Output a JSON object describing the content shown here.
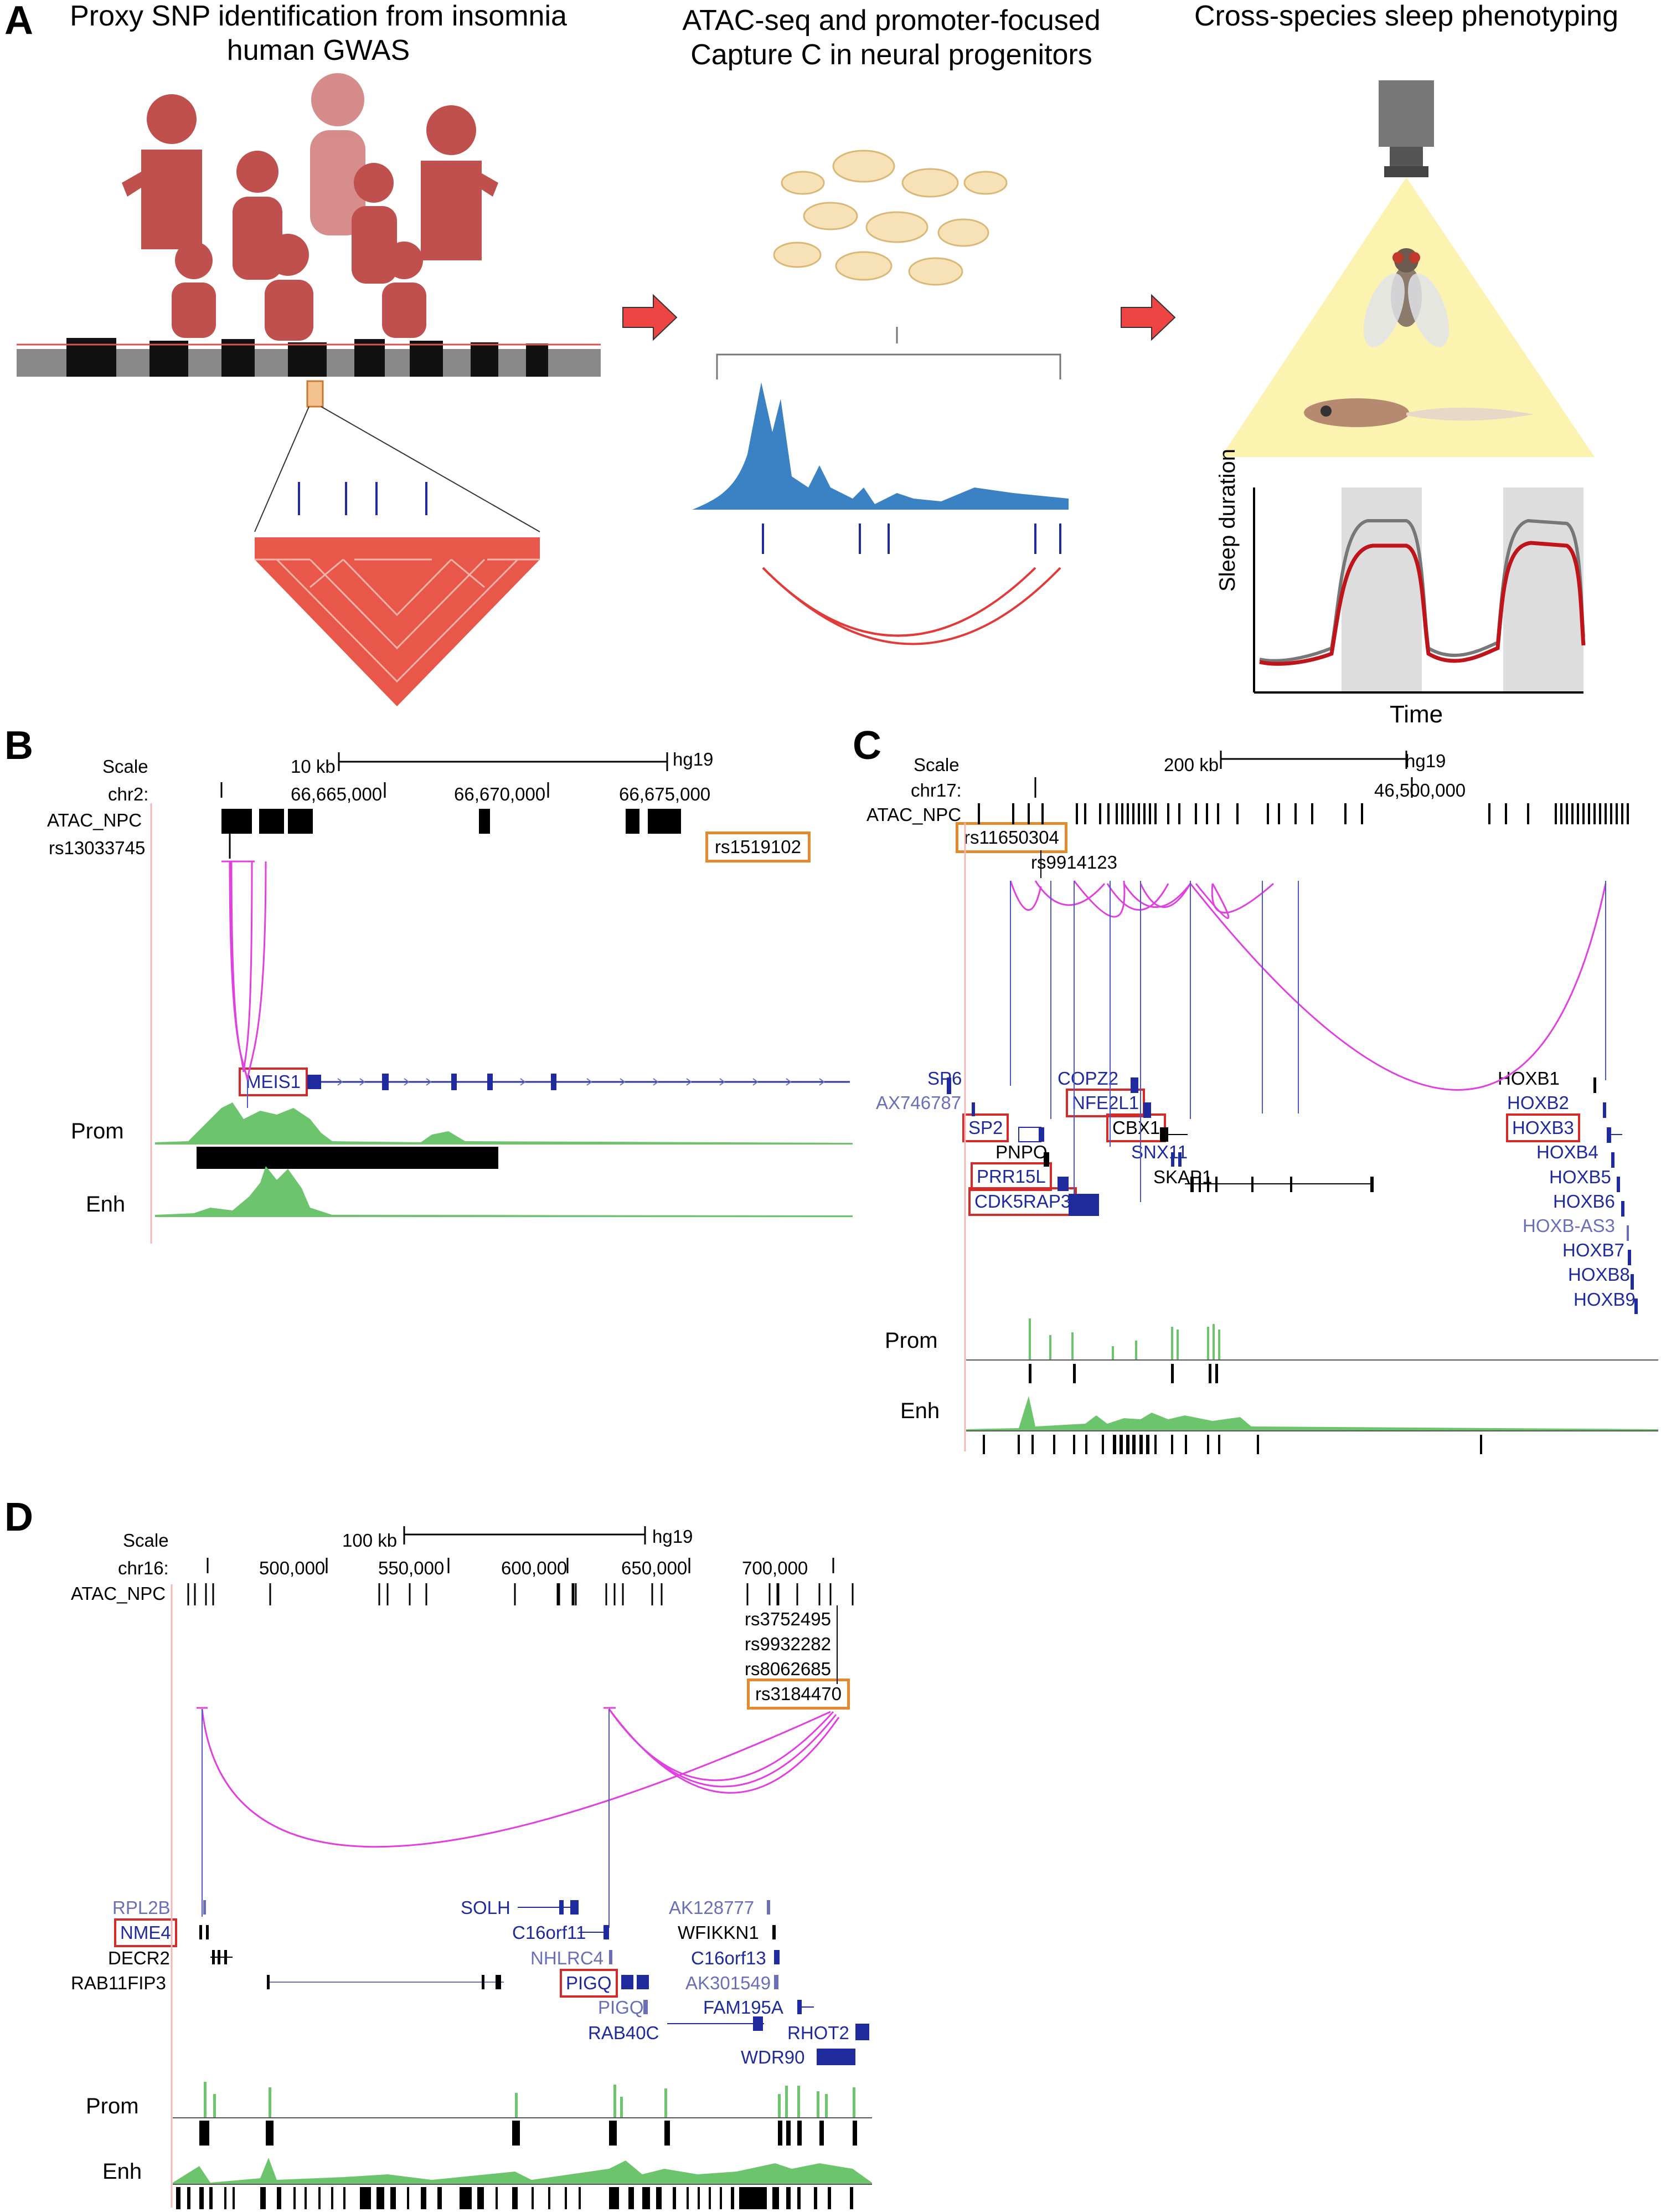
{
  "panels": {
    "A": {
      "label": "A",
      "title1": "Proxy SNP identification from insomnia human GWAS",
      "title2": "ATAC-seq and promoter-focused Capture C in neural progenitors",
      "title3": "Cross-species sleep phenotyping",
      "ylabel": "Sleep duration",
      "xlabel": "Time"
    },
    "B": {
      "label": "B",
      "scale": "Scale",
      "scale_len": "10 kb",
      "assembly": "hg19",
      "chrom": "chr2:",
      "ticks": [
        "66,665,000",
        "66,670,000",
        "66,675,000"
      ],
      "atac": "ATAC_NPC",
      "snp1": "rs13033745",
      "snp2": "rs1519102",
      "gene": "MEIS1",
      "prom": "Prom",
      "enh": "Enh"
    },
    "C": {
      "label": "C",
      "scale": "Scale",
      "scale_len": "200 kb",
      "assembly": "hg19",
      "chrom": "chr17:",
      "tick": "46,500,000",
      "atac": "ATAC_NPC",
      "snp1": "rs11650304",
      "snp2": "rs9914123",
      "genes": [
        "SP6",
        "AX746787",
        "SP2",
        "PNPO",
        "PRR15L",
        "CDK5RAP3",
        "COPZ2",
        "NFE2L1",
        "CBX1",
        "SNX11",
        "SKAP1",
        "HOXB1",
        "HOXB2",
        "HOXB3",
        "HOXB4",
        "HOXB5",
        "HOXB6",
        "HOXB-AS3",
        "HOXB7",
        "HOXB8",
        "HOXB9"
      ],
      "prom": "Prom",
      "enh": "Enh"
    },
    "D": {
      "label": "D",
      "scale": "Scale",
      "scale_len": "100 kb",
      "assembly": "hg19",
      "chrom": "chr16:",
      "ticks": [
        "500,000",
        "550,000",
        "600,000",
        "650,000",
        "700,000"
      ],
      "atac": "ATAC_NPC",
      "snps": [
        "rs3752495",
        "rs9932282",
        "rs8062685",
        "rs3184470"
      ],
      "genes": [
        "RPL2B",
        "NME4",
        "DECR2",
        "RAB11FIP3",
        "SOLH",
        "C16orf11",
        "NHLRC4",
        "PIGQ",
        "PIGQ",
        "RAB40C",
        "AK128777",
        "WFIKKN1",
        "C16orf13",
        "AK301549",
        "FAM195A",
        "RHOT2",
        "WDR90"
      ],
      "prom": "Prom",
      "enh": "Enh"
    }
  }
}
